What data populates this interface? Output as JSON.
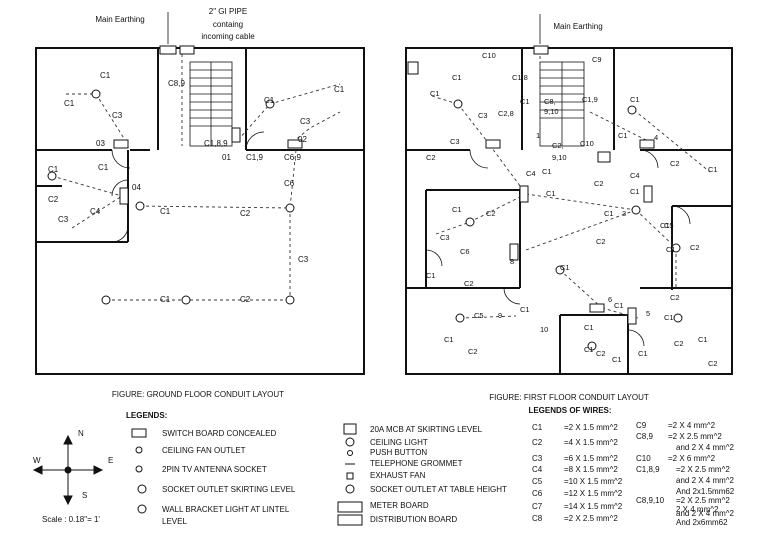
{
  "top": {
    "main_earthing_left": "Main Earthing",
    "gi_pipe": [
      "2\" GI PIPE",
      "containg",
      "incoming cable"
    ],
    "main_earthing_right": "Main Earthing"
  },
  "ground": {
    "labels": [
      {
        "t": "C1"
      },
      {
        "t": "C1"
      },
      {
        "t": "C3"
      },
      {
        "t": "03"
      },
      {
        "t": "C8,9"
      },
      {
        "t": "C1,8,9"
      },
      {
        "t": "01"
      },
      {
        "t": "C1,9"
      },
      {
        "t": "C6,9"
      },
      {
        "t": "02"
      },
      {
        "t": "C1"
      },
      {
        "t": "C1"
      },
      {
        "t": "C3"
      },
      {
        "t": "C6"
      },
      {
        "t": "C1"
      },
      {
        "t": "C1"
      },
      {
        "t": "04"
      },
      {
        "t": "C2"
      },
      {
        "t": "C3"
      },
      {
        "t": "C4"
      },
      {
        "t": "C1"
      },
      {
        "t": "C2"
      },
      {
        "t": "C3"
      },
      {
        "t": "C1"
      },
      {
        "t": "C2"
      }
    ]
  },
  "first": {
    "labels": [
      {
        "t": "C10"
      },
      {
        "t": "C1,8"
      },
      {
        "t": "C9"
      },
      {
        "t": "C1"
      },
      {
        "t": "C1"
      },
      {
        "t": "C3"
      },
      {
        "t": "C2,8"
      },
      {
        "t": "C1"
      },
      {
        "t": "C8,"
      },
      {
        "t": "9,10"
      },
      {
        "t": "C1,9"
      },
      {
        "t": "C1"
      },
      {
        "t": "C3"
      },
      {
        "t": "C2"
      },
      {
        "t": "1"
      },
      {
        "t": "C2,"
      },
      {
        "t": "9,10"
      },
      {
        "t": "C10"
      },
      {
        "t": "C1"
      },
      {
        "t": "4"
      },
      {
        "t": "C2"
      },
      {
        "t": "C1"
      },
      {
        "t": "C4"
      },
      {
        "t": "C1"
      },
      {
        "t": "C2"
      },
      {
        "t": "C1"
      },
      {
        "t": "C4"
      },
      {
        "t": "C1"
      },
      {
        "t": "C1"
      },
      {
        "t": "3"
      },
      {
        "t": "C1"
      },
      {
        "t": "C2"
      },
      {
        "t": "C3"
      },
      {
        "t": "C1"
      },
      {
        "t": "C6"
      },
      {
        "t": "8"
      },
      {
        "t": "C2"
      },
      {
        "t": "C5"
      },
      {
        "t": "C1"
      },
      {
        "t": "C2"
      },
      {
        "t": "C1"
      },
      {
        "t": "C1"
      },
      {
        "t": "C2"
      },
      {
        "t": "C1"
      },
      {
        "t": "C5"
      },
      {
        "t": "9"
      },
      {
        "t": "C1"
      },
      {
        "t": "10"
      },
      {
        "t": "C2"
      },
      {
        "t": "6"
      },
      {
        "t": "C1"
      },
      {
        "t": "5"
      },
      {
        "t": "C1"
      },
      {
        "t": "C1"
      },
      {
        "t": "C2"
      },
      {
        "t": "C1"
      },
      {
        "t": "C2"
      },
      {
        "t": "C1"
      },
      {
        "t": "C2"
      },
      {
        "t": "C1"
      },
      {
        "t": "C1"
      },
      {
        "t": "C2"
      }
    ]
  },
  "captions": {
    "ground": "FIGURE: GROUND FLOOR CONDUIT LAYOUT",
    "first": "FIGURE: FIRST FLOOR CONDUIT  LAYOUT"
  },
  "legends": {
    "title": "LEGENDS:",
    "items": [
      "SWITCH BOARD CONCEALED",
      "CEILING FAN OUTLET",
      "2PIN TV ANTENNA SOCKET",
      "SOCKET OUTLET SKIRTING LEVEL",
      "WALL BRACKET LIGHT AT LINTEL",
      "LEVEL"
    ],
    "items2": [
      "20A MCB AT SKIRTING LEVEL",
      "CEILING LIGHT",
      "PUSH BUTTON",
      "TELEPHONE GROMMET",
      "EXHAUST FAN",
      "SOCKET OUTLET AT TABLE HEIGHT",
      "METER BOARD",
      "DISTRIBUTION BOARD"
    ]
  },
  "compass": {
    "n": "N",
    "s": "S",
    "e": "E",
    "w": "W"
  },
  "scale": "Scale : 0.18\"= 1'",
  "wires": {
    "title": "LEGENDS OF WIRES:",
    "left": [
      {
        "code": "C1",
        "spec": "=2 X 1.5 mm^2"
      },
      {
        "code": "C2",
        "spec": "=4 X 1.5 mm^2"
      },
      {
        "code": "C3",
        "spec": "=6 X 1.5 mm^2"
      },
      {
        "code": "C4",
        "spec": "=8 X 1.5 mm^2"
      },
      {
        "code": "C5",
        "spec": "=10 X 1.5 mm^2"
      },
      {
        "code": "C6",
        "spec": "=12 X 1.5 mm^2"
      },
      {
        "code": "C7",
        "spec": "=14 X 1.5 mm^2"
      },
      {
        "code": "C8",
        "spec": "=2 X 2.5 mm^2"
      }
    ],
    "right_lines": [
      {
        "code": "C9",
        "spec": "=2 X 4 mm^2"
      },
      {
        "code": "C8,9",
        "spec": "=2 X 2.5 mm^2"
      },
      {
        "code": "",
        "spec": "and 2 X 4 mm^2"
      },
      {
        "code": "C10",
        "spec": "=2 X 6 mm^2"
      },
      {
        "code": "C1,8,9",
        "spec": "=2 X 2.5 mm^2"
      },
      {
        "code": "",
        "spec": "and 2 X 4 mm^2"
      },
      {
        "code": "",
        "spec": "And 2x1.5mm62"
      },
      {
        "code": "C8,9,10",
        "spec": "=2 X 2.5 mm^2"
      },
      {
        "code": "",
        "spec": "2 X 4 mm^2"
      },
      {
        "code": "",
        "spec": "and 2 X 4 mm^2"
      },
      {
        "code": "",
        "spec": "And 2x6mm62"
      }
    ]
  }
}
